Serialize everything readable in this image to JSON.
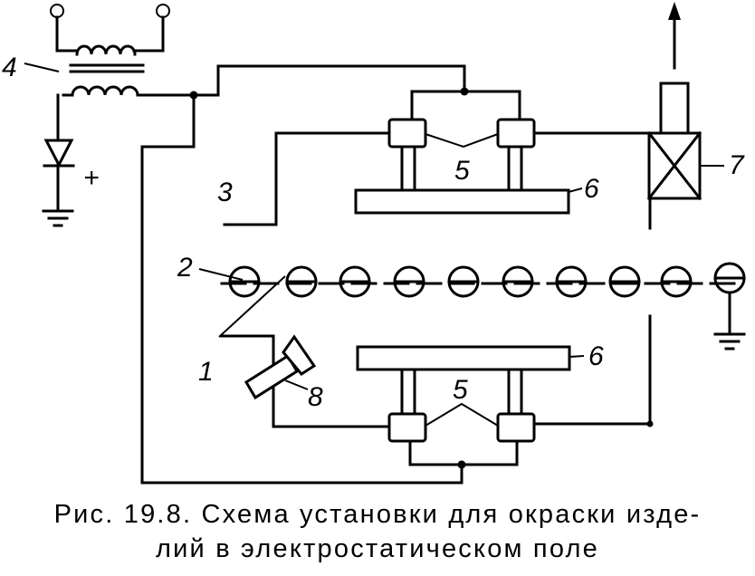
{
  "diagram": {
    "labels": {
      "part_1": "1",
      "part_2": "2",
      "part_3": "3",
      "part_4": "4",
      "part_5_top": "5",
      "part_5_bottom": "5",
      "part_6_top": "6",
      "part_6_bottom": "6",
      "part_7": "7",
      "part_8": "8",
      "polarity": "+"
    }
  },
  "caption": {
    "line1": "Рис. 19.8. Схема установки для окраски изде-",
    "line2": "лий в электростатическом поле"
  }
}
